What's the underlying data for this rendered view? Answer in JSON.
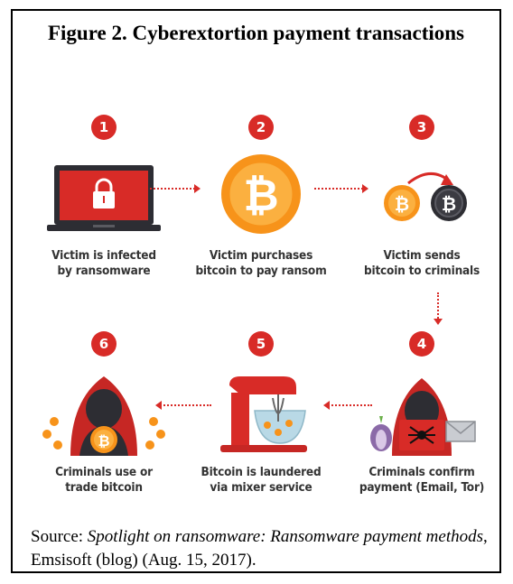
{
  "title": "Figure 2. Cyberextortion payment transactions",
  "steps": [
    {
      "number": "1",
      "line1": "Victim is infected",
      "line2": "by ransomware"
    },
    {
      "number": "2",
      "line1": "Victim purchases",
      "line2": "bitcoin to pay ransom"
    },
    {
      "number": "3",
      "line1": "Victim sends",
      "line2": "bitcoin to criminals"
    },
    {
      "number": "4",
      "line1": "Criminals confirm",
      "line2": "payment (Email, Tor)"
    },
    {
      "number": "5",
      "line1": "Bitcoin is laundered",
      "line2": "via mixer service"
    },
    {
      "number": "6",
      "line1": "Criminals use or",
      "line2": "trade bitcoin"
    }
  ],
  "source": {
    "prefix": "Source: ",
    "title": "Spotlight on ransomware: Ransomware payment methods",
    "suffix": ", Emsisoft (blog) (Aug. 15, 2017)."
  },
  "colors": {
    "accent": "#d82b27",
    "bitcoin": "#f7931a",
    "dark": "#2d2d33"
  }
}
